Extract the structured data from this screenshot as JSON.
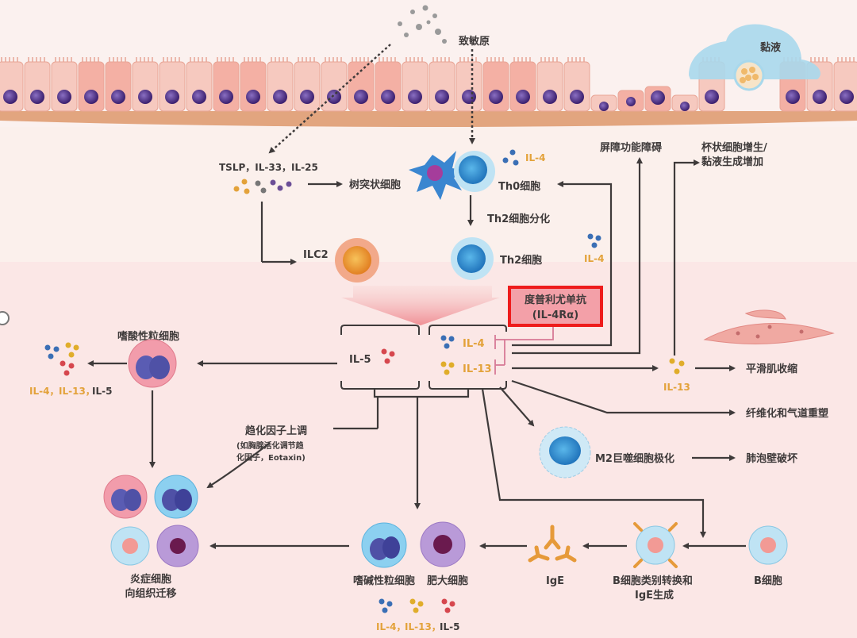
{
  "title": "IL-4/IL-13 Type 2 inflammation pathway and Dupilumab (IL-4Rα) blockade",
  "colors": {
    "background": "#fbf1ef",
    "epithelium": "#f6c9bf",
    "basement": "#e2a57f",
    "nucleus": "#5d3a8e",
    "mucus": "#a8d8ec",
    "drug_box_fill": "#f3a0a8",
    "drug_box_border": "#ee1c1c",
    "il4": "#3a6fb5",
    "il13": "#e0ad2a",
    "il5": "#d6474e",
    "arrow": "#3e3a3a",
    "inhibit_line": "#d77a96"
  },
  "labels": {
    "allergen": "致敏原",
    "mucus": "黏液",
    "alarmins": "TSLP，IL-33，IL-25",
    "dendritic_cell": "树突状细胞",
    "th0_cell": "Th0细胞",
    "il4_th0": "IL-4",
    "th2_diff": "Th2细胞分化",
    "th2_cell": "Th2细胞",
    "il4_th2": "IL-4",
    "ilc2": "ILC2",
    "barrier": "屏障功能障碍",
    "goblet": "杯状细胞增生/",
    "goblet2": "黏液生成增加",
    "drug_name": "度普利尤单抗",
    "drug_target": "(IL-4Rα)",
    "il5": "IL-5",
    "il4": "IL-4",
    "il13": "IL-13",
    "il13_smooth": "IL-13",
    "smooth_muscle": "平滑肌收缩",
    "fibrosis": "纤维化和气道重塑",
    "m2": "M2巨噬细胞极化",
    "alveolar": "肺泡壁破坏",
    "eosinophil": "嗜酸性粒细胞",
    "eos_il4": "IL-4，",
    "eos_il13": "IL-13，",
    "eos_il5": "IL-5",
    "chemokine": "趋化因子上调",
    "chemokine_sub1": "(如胸腺活化调节趋",
    "chemokine_sub2": "化因子，Eotaxin)",
    "inflam1": "炎症细胞",
    "inflam2": "向组织迁移",
    "basophil": "嗜碱性粒细胞",
    "mast": "肥大细胞",
    "bottom_il4": "IL-4，",
    "bottom_il13": "IL-13，",
    "bottom_il5": "IL-5",
    "ige": "IgE",
    "bclass1": "B细胞类别转换和",
    "bclass2": "IgE生成",
    "bcell": "B细胞"
  }
}
